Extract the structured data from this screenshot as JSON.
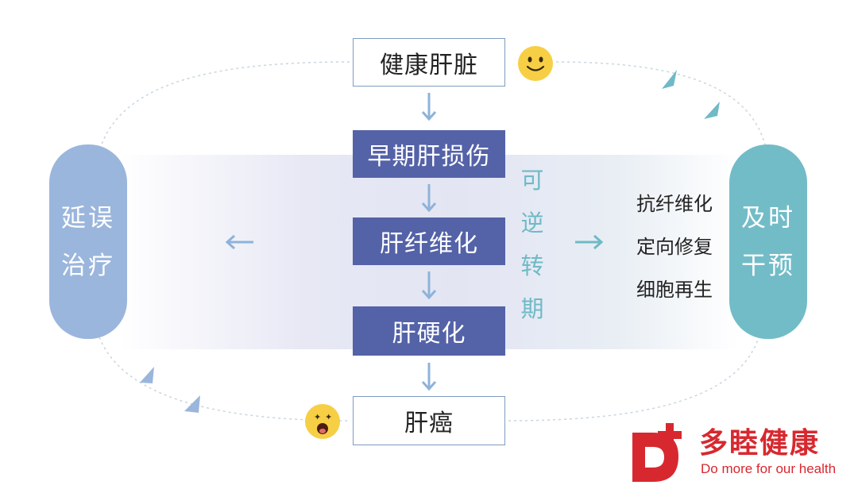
{
  "stages": {
    "healthy": "健康肝脏",
    "early_damage": "早期肝损伤",
    "fibrosis": "肝纤维化",
    "cirrhosis": "肝硬化",
    "cancer": "肝癌"
  },
  "reversible_label": [
    "可",
    "逆",
    "转",
    "期"
  ],
  "left_pill": {
    "line1": "延误",
    "line2": "治疗"
  },
  "right_pill": {
    "line1": "及时",
    "line2": "干预"
  },
  "measures": [
    "抗纤维化",
    "定向修复",
    "细胞再生"
  ],
  "emoji": {
    "top": "smile-face",
    "bottom": "scared-face"
  },
  "logo": {
    "name": "多睦健康",
    "slogan": "Do more for our health",
    "mark": "D+"
  },
  "colors": {
    "stage_blue": "#5462a8",
    "left_pill": "#9bb6dc",
    "right_pill": "#72bcc7",
    "brand_red": "#d8282f"
  }
}
